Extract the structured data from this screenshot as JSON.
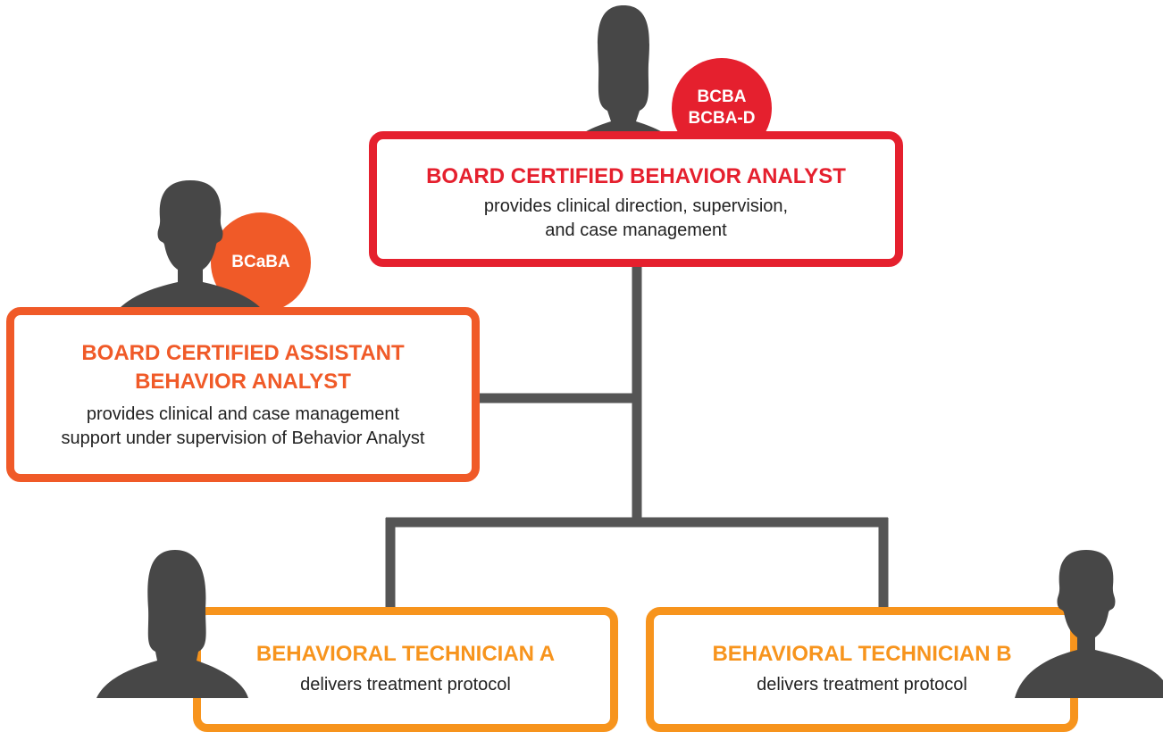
{
  "colors": {
    "connector": "#555555",
    "silhouette": "#474747",
    "bcba": "#e5202e",
    "bcaba": "#f05a28",
    "technician": "#f7941d"
  },
  "bcba": {
    "badge_line1": "BCBA",
    "badge_line2": "BCBA-D",
    "title": "BOARD CERTIFIED BEHAVIOR ANALYST",
    "desc_line1": "provides clinical direction, supervision,",
    "desc_line2": "and case management"
  },
  "bcaba": {
    "badge": "BCaBA",
    "title_line1": "BOARD CERTIFIED ASSISTANT",
    "title_line2": "BEHAVIOR ANALYST",
    "desc_line1": "provides clinical and case management",
    "desc_line2": "support under supervision of Behavior Analyst"
  },
  "tech_a": {
    "title": "BEHAVIORAL TECHNICIAN A",
    "desc": "delivers treatment protocol"
  },
  "tech_b": {
    "title": "BEHAVIORAL TECHNICIAN B",
    "desc": "delivers treatment protocol"
  },
  "icons": [
    "person-female-icon",
    "person-male-icon"
  ]
}
